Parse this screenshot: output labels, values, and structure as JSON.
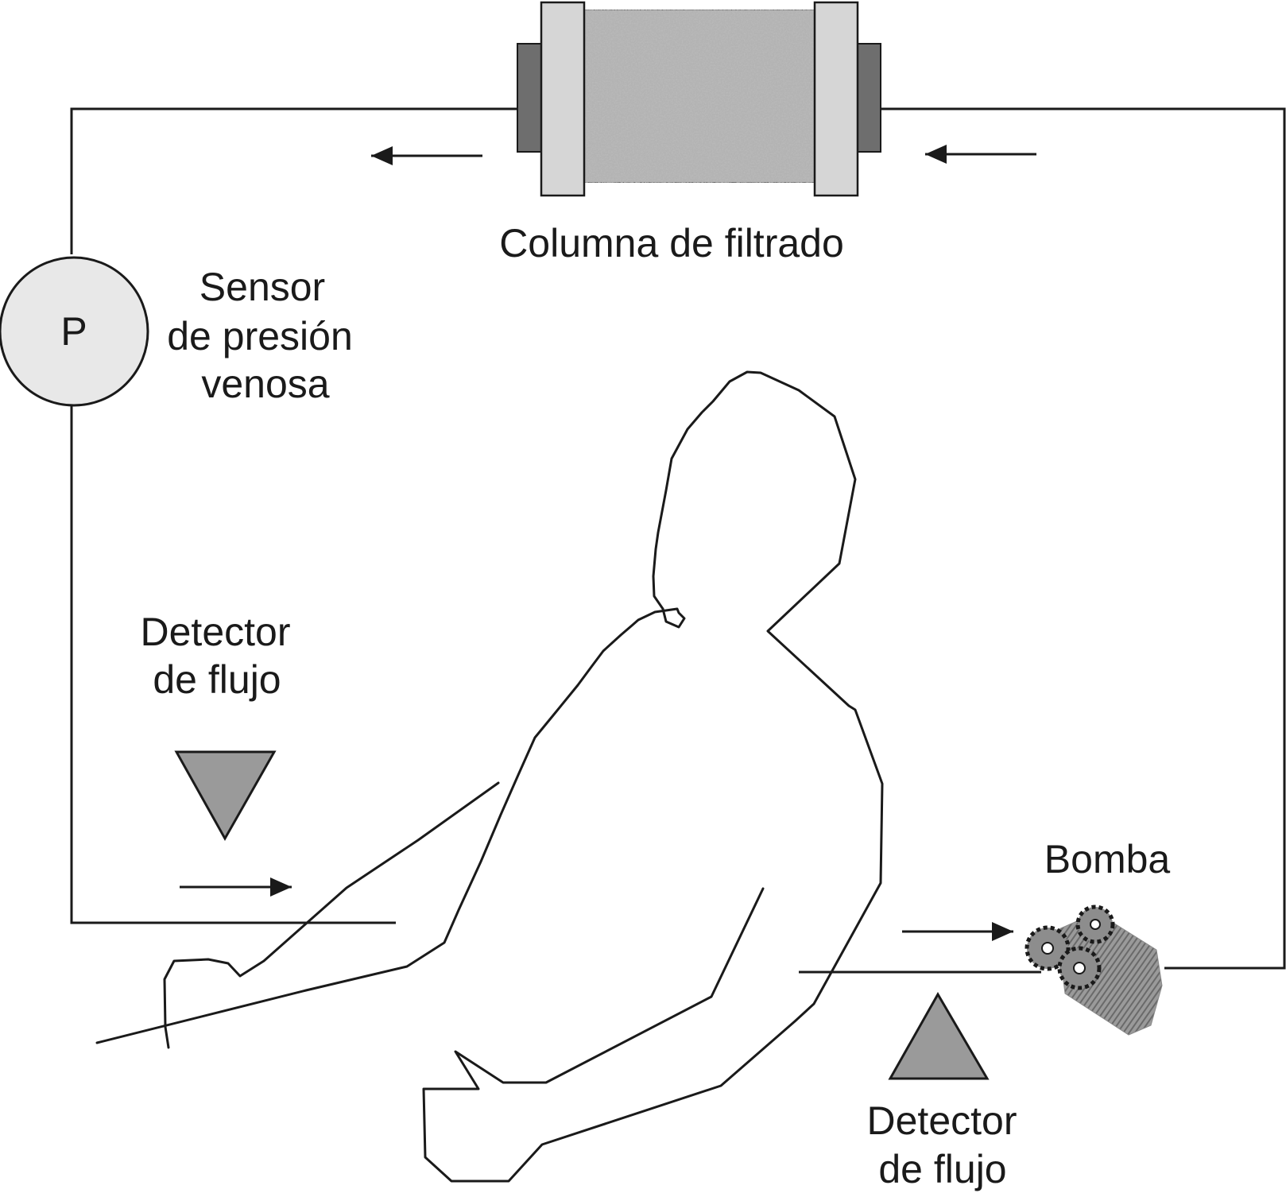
{
  "labels": {
    "filter_column": "Columna de filtrado",
    "pressure_sensor_line1": "Sensor",
    "pressure_sensor_line2": "de presión",
    "pressure_sensor_line3": "venosa",
    "pressure_symbol": "P",
    "flow_detector_left_line1": "Detector",
    "flow_detector_left_line2": "de flujo",
    "pump": "Bomba",
    "flow_detector_right_line1": "Detector",
    "flow_detector_right_line2": "de flujo"
  },
  "colors": {
    "line": "#1a1a1a",
    "sensor_fill": "#e8e8e8",
    "detector_fill": "#9a9a9a",
    "column_cap_light": "#d6d6d6",
    "column_cap_dark": "#6e6e6e",
    "column_media": "#b3b3b3"
  }
}
